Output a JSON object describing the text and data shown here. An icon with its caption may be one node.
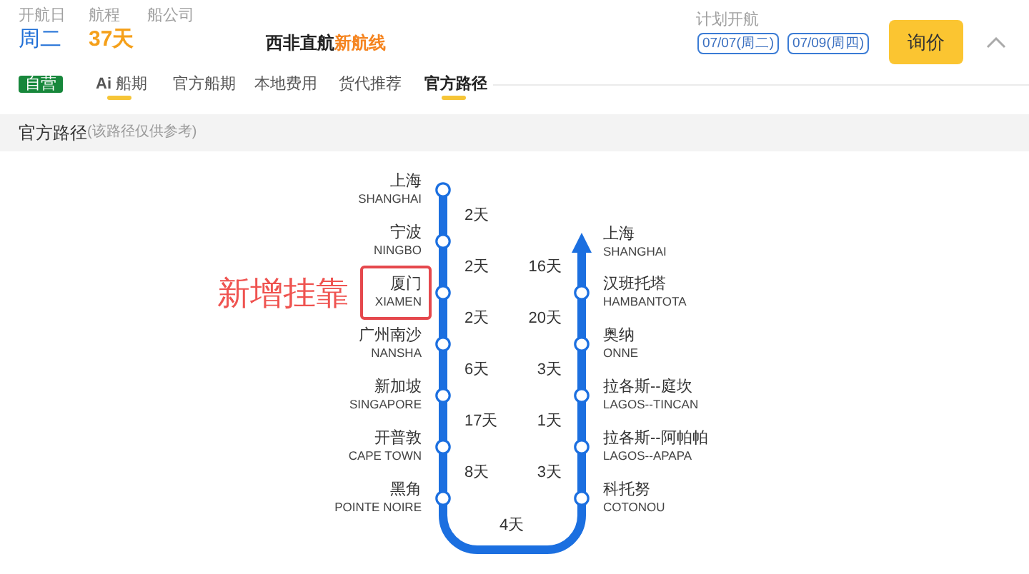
{
  "diagram": {
    "nodes": [
      {
        "text": [
          "上海",
          "SHANGHAI"
        ]
      },
      {
        "text": [
          "宁波",
          "NINGBO"
        ]
      },
      {
        "text": [
          "厦门",
          "XIAMEN"
        ],
        "beside": [
          "新增挂靠"
        ]
      },
      {
        "text": [
          "广州南沙",
          "NANSHA"
        ]
      },
      {
        "text": [
          "新加坡",
          "SINGAPORE"
        ]
      },
      {
        "text": [
          "开普敦",
          "CAPE TOWN"
        ]
      },
      {
        "text": [
          "黑角",
          "POINTE NOIRE"
        ]
      },
      {
        "text": [
          "上海",
          "SHANGHAI"
        ]
      },
      {
        "text": [
          "汉班托塔",
          "HAMBANTOTA"
        ]
      },
      {
        "text": [
          "奥纳",
          "ONNE"
        ]
      },
      {
        "text": [
          "拉各斯--庭坎",
          "LAGOS--TINCAN"
        ]
      },
      {
        "text": [
          "拉各斯--阿帕帕",
          "LAGOS--APAPA"
        ]
      },
      {
        "text": [
          "科托努",
          "COTONOU"
        ]
      }
    ],
    "edges": [
      {
        "from": 0,
        "to": 1,
        "arrow": "none",
        "label": "2天"
      },
      {
        "from": 1,
        "to": 2,
        "arrow": "none",
        "label": "2天"
      },
      {
        "from": 2,
        "to": 3,
        "arrow": "none",
        "label": "2天"
      },
      {
        "from": 3,
        "to": 4,
        "arrow": "none",
        "label": "6天"
      },
      {
        "from": 4,
        "to": 5,
        "arrow": "none",
        "label": "17天"
      },
      {
        "from": 5,
        "to": 6,
        "arrow": "none",
        "label": "8天"
      },
      {
        "from": 6,
        "to": 12,
        "arrow": "none",
        "label": "4天"
      },
      {
        "from": 12,
        "to": 11,
        "arrow": "none",
        "label": "3天"
      },
      {
        "from": 11,
        "to": 10,
        "arrow": "none",
        "label": "1天"
      },
      {
        "from": 10,
        "to": 9,
        "arrow": "none",
        "label": "3天"
      },
      {
        "from": 9,
        "to": 8,
        "arrow": "none",
        "label": "20天"
      },
      {
        "from": 8,
        "to": 7,
        "arrow": "to",
        "label": "16天"
      }
    ],
    "labels": [
      "开航日",
      "周二",
      "航程",
      "37天",
      "船公司",
      "西非直航",
      "新航线",
      "计划开航",
      "07/07(周二)",
      "07/09(周四)",
      "询价",
      "自营",
      "**Ai** 船期",
      "官方船期",
      "本地费用",
      "货代推荐",
      "官方路径",
      "官方路径",
      "(该路径仅供参考)"
    ]
  }
}
